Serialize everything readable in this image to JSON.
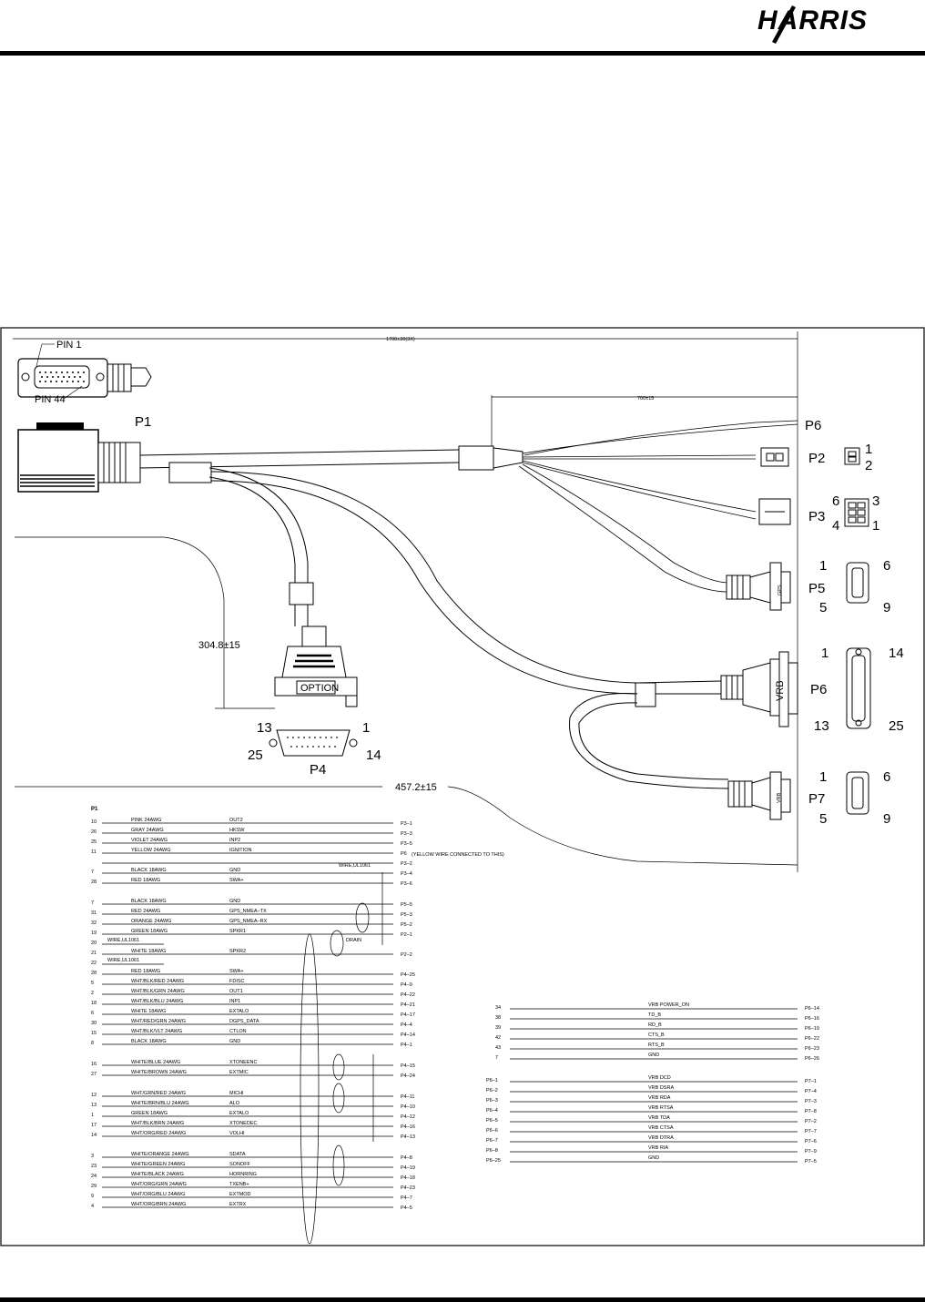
{
  "brand": {
    "logo_text": "HARRIS"
  },
  "labels": {
    "pin1": "PIN 1",
    "pin44": "PIN 44",
    "dim_overall": "1700±30(3X)",
    "dim_branch": "700±15",
    "dim_p4": "304.8±15",
    "dim_p7": "457.2±15",
    "option": "OPTION",
    "gps": "GPS",
    "vrb": "VRB",
    "connectors": {
      "p1": "P1",
      "p2": "P2",
      "p3": "P3",
      "p4": "P4",
      "p5": "P5",
      "p6a": "P6",
      "p6b": "P6",
      "p7": "P7"
    },
    "p2_pins": [
      "1",
      "2"
    ],
    "p3_pins": [
      "6",
      "3",
      "4",
      "1"
    ],
    "p5_pins": [
      "1",
      "6",
      "5",
      "9"
    ],
    "p6_pins": [
      "1",
      "14",
      "13",
      "25"
    ],
    "p7_pins": [
      "1",
      "6",
      "5",
      "9"
    ],
    "p4_pins": [
      "13",
      "1",
      "25",
      "14"
    ]
  },
  "table_p1": {
    "header": "P1",
    "rows": [
      {
        "pin": "10",
        "wire": "PINK  24AWG",
        "signal": "OUT2",
        "dest": "P3–1"
      },
      {
        "pin": "26",
        "wire": "GRAY  24AWG",
        "signal": "HKSW",
        "dest": "P3–3"
      },
      {
        "pin": "25",
        "wire": "VIOLET  24AWG",
        "signal": "INP2",
        "dest": "P3–5"
      },
      {
        "pin": "11",
        "wire": "YELLOW  24AWG",
        "signal": "IGNITION",
        "dest": "P6"
      },
      {
        "pin": "",
        "wire": "",
        "signal": "",
        "dest": "P3–2"
      },
      {
        "pin": "7",
        "wire": "BLACK  18AWG",
        "signal": "GND",
        "dest": "P3–4"
      },
      {
        "pin": "28",
        "wire": "RED  18AWG",
        "signal": "SWA+",
        "dest": "P3–6"
      },
      {
        "pin": "7",
        "wire": "BLACK  18AWG",
        "signal": "GND",
        "dest": "P5–5"
      },
      {
        "pin": "31",
        "wire": "RED  24AWG",
        "signal": "GPS_NMEA–TX",
        "dest": "P5–3"
      },
      {
        "pin": "32",
        "wire": "ORANGE  24AWG",
        "signal": "GPS_NMEA–RX",
        "dest": "P5–2"
      },
      {
        "pin": "19",
        "wire": "GREEN  18AWG",
        "signal": "SPKR1",
        "dest": "P2–1"
      },
      {
        "pin": "20",
        "wire": "",
        "signal": "",
        "dest": ""
      },
      {
        "pin": "21",
        "wire": "WHITE  18AWG",
        "signal": "SPKR2",
        "dest": "P2–2"
      },
      {
        "pin": "22",
        "wire": "",
        "signal": "",
        "dest": ""
      },
      {
        "pin": "28",
        "wire": "RED  18AWG",
        "signal": "SWA+",
        "dest": "P4–25"
      },
      {
        "pin": "5",
        "wire": "WHT/BLK/RED  24AWG",
        "signal": "FDISC",
        "dest": "P4–9"
      },
      {
        "pin": "2",
        "wire": "WHT/BLK/GRN  24AWG",
        "signal": "OUT1",
        "dest": "P4–22"
      },
      {
        "pin": "18",
        "wire": "WHT/BLK/BLU  24AWG",
        "signal": "INP1",
        "dest": "P4–21"
      },
      {
        "pin": "6",
        "wire": "WHITE  18AWG",
        "signal": "EXTALO",
        "dest": "P4–17"
      },
      {
        "pin": "30",
        "wire": "WHT/RED/GRN  24AWG",
        "signal": "DGPS_DATA",
        "dest": "P4–4"
      },
      {
        "pin": "15",
        "wire": "WHT/BLK/VLT  24AWG",
        "signal": "CTLON",
        "dest": "P4–14"
      },
      {
        "pin": "8",
        "wire": "BLACK  18AWG",
        "signal": "GND",
        "dest": "P4–1"
      },
      {
        "pin": "16",
        "wire": "WHITE/BLUE  24AWG",
        "signal": "XTONEENC",
        "dest": "P4–15"
      },
      {
        "pin": "27",
        "wire": "WHITE/BROWN  24AWG",
        "signal": "EXTMIC",
        "dest": "P4–24"
      },
      {
        "pin": "12",
        "wire": "WHT/GRN/RED  24AWG",
        "signal": "MICHI",
        "dest": "P4–11"
      },
      {
        "pin": "13",
        "wire": "WHITE/BRN/BLU  24AWG",
        "signal": "ALO",
        "dest": "P4–10"
      },
      {
        "pin": "1",
        "wire": "GREEN  18AWG",
        "signal": "EXTALO",
        "dest": "P4–12"
      },
      {
        "pin": "17",
        "wire": "WHT/BLK/BRN  24AWG",
        "signal": "XTONEDEC",
        "dest": "P4–16"
      },
      {
        "pin": "14",
        "wire": "WHT/ORG/RED  24AWG",
        "signal": "VOLHI",
        "dest": "P4–13"
      },
      {
        "pin": "3",
        "wire": "WHITE/ORANGE  24AWG",
        "signal": "SDATA",
        "dest": "P4–8"
      },
      {
        "pin": "23",
        "wire": "WHITE/GREEN  24AWG",
        "signal": "SONOFF",
        "dest": "P4–19"
      },
      {
        "pin": "24",
        "wire": "WHITE/BLACK  24AWG",
        "signal": "HORNRING",
        "dest": "P4–18"
      },
      {
        "pin": "29",
        "wire": "WHT/ORG/GRN  24AWG",
        "signal": "TXENB+",
        "dest": "P4–23"
      },
      {
        "pin": "9",
        "wire": "WHT/ORG/BLU  24AWG",
        "signal": "EXTMOD",
        "dest": "P4–7"
      },
      {
        "pin": "4",
        "wire": "WHT/ORG/BRN  24AWG",
        "signal": "EXTRX",
        "dest": "P4–5"
      }
    ],
    "notes": {
      "yellow": "(YELLOW WIRE CONNECTED TO THIS)",
      "wire_ul_a": "WIRE,UL1061",
      "wire_ul_b": "WIRE,UL1061",
      "wire_ul_c": "WIRE,UL1061",
      "drain": "DRAIN"
    }
  },
  "table_vrb": {
    "rows": [
      {
        "from": "34",
        "signal": "VRB  POWER_ON",
        "to": "P6–14"
      },
      {
        "from": "38",
        "signal": "TD_B",
        "to": "P6–16"
      },
      {
        "from": "39",
        "signal": "RD_B",
        "to": "P6–19"
      },
      {
        "from": "42",
        "signal": "CTS_B",
        "to": "P6–22"
      },
      {
        "from": "43",
        "signal": "RTS_B",
        "to": "P6–23"
      },
      {
        "from": "7",
        "signal": "GND",
        "to": "P6–26"
      }
    ]
  },
  "table_p6p7": {
    "rows": [
      {
        "from": "P6–1",
        "signal": "VRB  DCD",
        "to": "P7–1"
      },
      {
        "from": "P6–2",
        "signal": "VRB  DSRA",
        "to": "P7–4"
      },
      {
        "from": "P6–3",
        "signal": "VRB  RDA",
        "to": "P7–3"
      },
      {
        "from": "P6–4",
        "signal": "VRB  RTSA",
        "to": "P7–8"
      },
      {
        "from": "P6–5",
        "signal": "VRB  TDA",
        "to": "P7–2"
      },
      {
        "from": "P6–6",
        "signal": "VRB  CTSA",
        "to": "P7–7"
      },
      {
        "from": "P6–7",
        "signal": "VRB  DTRA",
        "to": "P7–6"
      },
      {
        "from": "P6–8",
        "signal": "VRB  RIA",
        "to": "P7–9"
      },
      {
        "from": "P6–25",
        "signal": "GND",
        "to": "P7–5"
      }
    ]
  }
}
